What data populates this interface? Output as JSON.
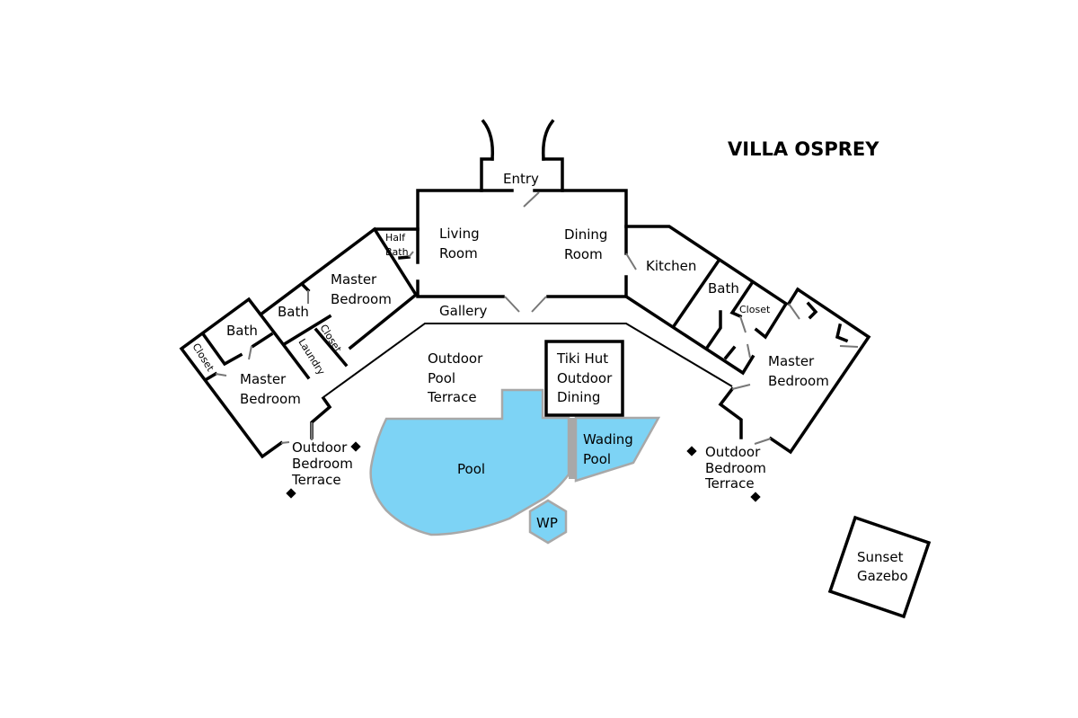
{
  "title": "VILLA OSPREY",
  "colors": {
    "water": "#7dd3f5",
    "pool_edge": "#a8a8a8",
    "walls": "#000000"
  },
  "rooms": {
    "entry": "Entry",
    "living_room": [
      "Living",
      "Room"
    ],
    "dining_room": [
      "Dining",
      "Room"
    ],
    "half_bath": [
      "Half",
      "Bath"
    ],
    "kitchen": "Kitchen",
    "gallery": "Gallery",
    "left_master_upper": [
      "Master",
      "Bedroom"
    ],
    "left_bath_upper": "Bath",
    "left_bath_lower": "Bath",
    "left_closet_outer": "Closet",
    "left_closet_inner": "Closet",
    "laundry": "Laundry",
    "left_master_lower": [
      "Master",
      "Bedroom"
    ],
    "left_terrace": [
      "Outdoor",
      "Bedroom",
      "Terrace"
    ],
    "pool_terrace": [
      "Outdoor",
      "Pool",
      "Terrace"
    ],
    "tiki_hut": [
      "Tiki Hut",
      "Outdoor",
      "Dining"
    ],
    "pool": "Pool",
    "wading_pool": [
      "Wading",
      "Pool"
    ],
    "wp": "WP",
    "right_bath": "Bath",
    "right_closet": "Closet",
    "right_master": [
      "Master",
      "Bedroom"
    ],
    "right_terrace": [
      "Outdoor",
      "Bedroom",
      "Terrace"
    ],
    "gazebo": [
      "Sunset",
      "Gazebo"
    ]
  }
}
